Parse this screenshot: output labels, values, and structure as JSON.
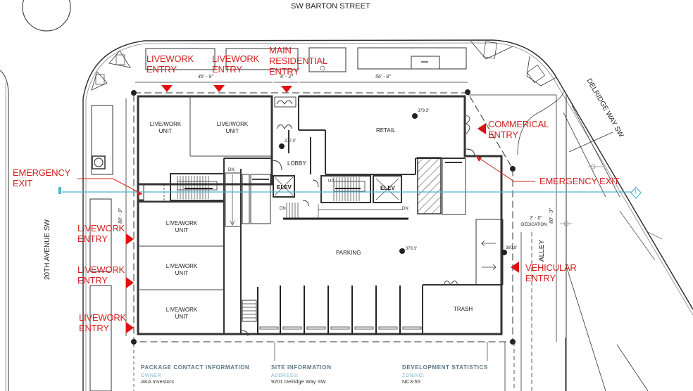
{
  "streets": {
    "top": "SW BARTON STREET",
    "left": "20TH AVENUE SW",
    "right": "DELRIDGE WAY SW",
    "alley": "ALLEY"
  },
  "dimensions": {
    "top_left": "45' - 9\"",
    "top_mid": "8' - 2\"",
    "top_right": "56' - 8\"",
    "left": "80' - 9\"",
    "right": "80' - 9\"",
    "dedication": "2' - 0\"",
    "dedication_label": "DEDICATION"
  },
  "rooms": {
    "lw1": [
      "LIVE/WORK",
      "UNIT"
    ],
    "lw2": [
      "LIVE/WORK",
      "UNIT"
    ],
    "lw3": [
      "LIVE/WORK",
      "UNIT"
    ],
    "lw4": [
      "LIVE/WORK",
      "UNIT"
    ],
    "lw5": [
      "LIVE/WORK",
      "UNIT"
    ],
    "retail": "RETAIL",
    "lobby": "LOBBY",
    "parking": "PARKING",
    "trash": "TRASH",
    "elev1": "ELEV",
    "elev2": "ELEV"
  },
  "elevations": {
    "lobby": "377.0'",
    "retail": "379.3'",
    "parking": "379.3'",
    "alley": "380.8'"
  },
  "stair_labels": {
    "dn": "DN",
    "up": "UP"
  },
  "annotations": {
    "livework_entry_top_1": [
      "LIVEWORK",
      "ENTRY"
    ],
    "livework_entry_top_2": [
      "LIVEWORK",
      "ENTRY"
    ],
    "main_residential_entry": [
      "MAIN",
      "RESIDENTIAL",
      "ENTRY"
    ],
    "commercial_entry": [
      "COMMERICAL",
      "ENTRY"
    ],
    "emergency_exit_left": [
      "EMERGENCY",
      "EXIT"
    ],
    "emergency_exit_right": "EMERGENCY EXIT",
    "livework_entry_left_1": [
      "LIVEWORK",
      "ENTRY"
    ],
    "livework_entry_left_2": [
      "LIVEWORK",
      "ENTRY"
    ],
    "livework_entry_left_3": [
      "LIVEWORK",
      "ENTRY"
    ],
    "vehicular_entry": [
      "VEHICULAR",
      "ENTRY"
    ]
  },
  "grid_marker": "1",
  "info": {
    "contact": {
      "heading": "PACKAGE CONTACT INFORMATION",
      "key": "OWNER",
      "value": "AKA Investors"
    },
    "site": {
      "heading": "SITE INFORMATION",
      "key": "ADDRESS:",
      "value": "9201 Delridge Way SW"
    },
    "dev": {
      "heading": "DEVELOPMENT STATISTICS",
      "key": "ZONING:",
      "value": "NC3-55"
    }
  },
  "colors": {
    "annotation_red": "#d42020",
    "grid_line_blue": "#4fb3cf",
    "info_heading": "#5a7589",
    "info_key": "#7ab9cf"
  }
}
